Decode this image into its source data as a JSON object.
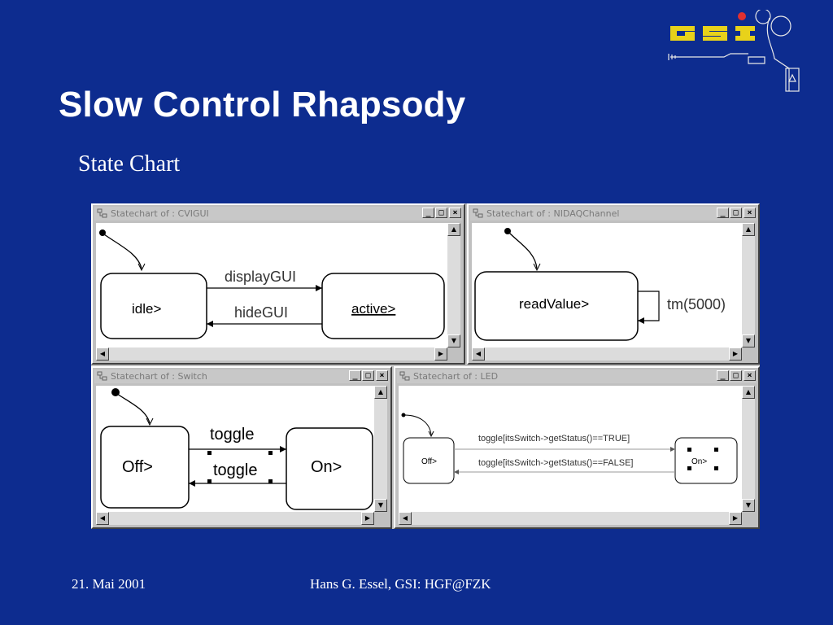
{
  "slide": {
    "title": "Slow Control Rhapsody",
    "subtitle": "State Chart",
    "footer_date": "21. Mai 2001",
    "footer_author": "Hans G. Essel, GSI: HGF@FZK",
    "background": "#0d2c8f"
  },
  "logo": {
    "text": "GSI",
    "icon": "gsi-logo-icon"
  },
  "windows": [
    {
      "title": "Statechart of : CVIGUI",
      "states": [
        "idle>",
        "active>"
      ],
      "transitions": [
        "displayGUI",
        "hideGUI"
      ]
    },
    {
      "title": "Statechart of : NIDAQChannel",
      "states": [
        "readValue>"
      ],
      "transitions": [
        "tm(5000)"
      ]
    },
    {
      "title": "Statechart of : Switch",
      "states": [
        "Off>",
        "On>"
      ],
      "transitions": [
        "toggle",
        "toggle"
      ]
    },
    {
      "title": "Statechart of : LED",
      "states": [
        "Off>",
        "On>"
      ],
      "transitions": [
        "toggle[itsSwitch->getStatus()==TRUE]",
        "toggle[itsSwitch->getStatus()==FALSE]"
      ]
    }
  ],
  "window_buttons": {
    "minimize": "_",
    "maximize": "□",
    "close": "×"
  },
  "scroll_arrows": {
    "up": "▲",
    "down": "▼",
    "left": "◀",
    "right": "▶"
  }
}
